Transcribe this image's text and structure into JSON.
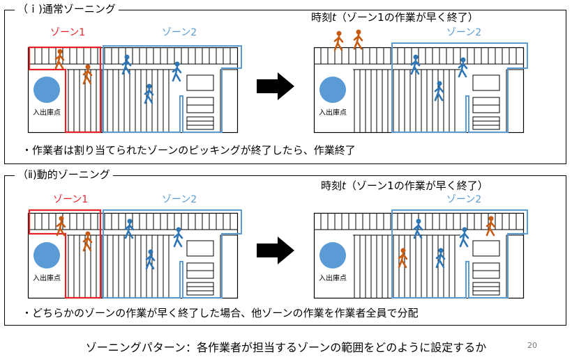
{
  "panel1": {
    "title": "（ｉ)通常ゾーニング",
    "bullet": "・作業者は割り当てられたゾーンのピッキングが終了したら、作業終了",
    "zone1": "ゾーン1",
    "zone2": "ゾーン2",
    "time_prefix": "時刻",
    "time_var": "t",
    "time_suffix": "（ゾーン1の作業が早く終了）",
    "right_zone2": "ゾーン2"
  },
  "panel2": {
    "title": "（ⅱ)動的ゾーニング",
    "bullet": "・どちらかのゾーンの作業が早く終了した場合、他ゾーンの作業を作業者全員で分配",
    "zone1": "ゾーン1",
    "zone2": "ゾーン2",
    "time_prefix": "時刻",
    "time_var": "t",
    "time_suffix": "（ゾーン1の作業が早く終了）",
    "right_zone2": "ゾーン2"
  },
  "depot_label": "入出庫点",
  "caption": "ゾーニングパターン：各作業者が担当するゾーンの範囲をどのように設定するか",
  "page_number": "20",
  "colors": {
    "zone1": "#e8202a",
    "zone2": "#5b9bd5",
    "worker_zone1": "#c65a11",
    "worker_zone2": "#2e75b6",
    "depot": "#5b9bd5",
    "arrow": "#000000"
  }
}
